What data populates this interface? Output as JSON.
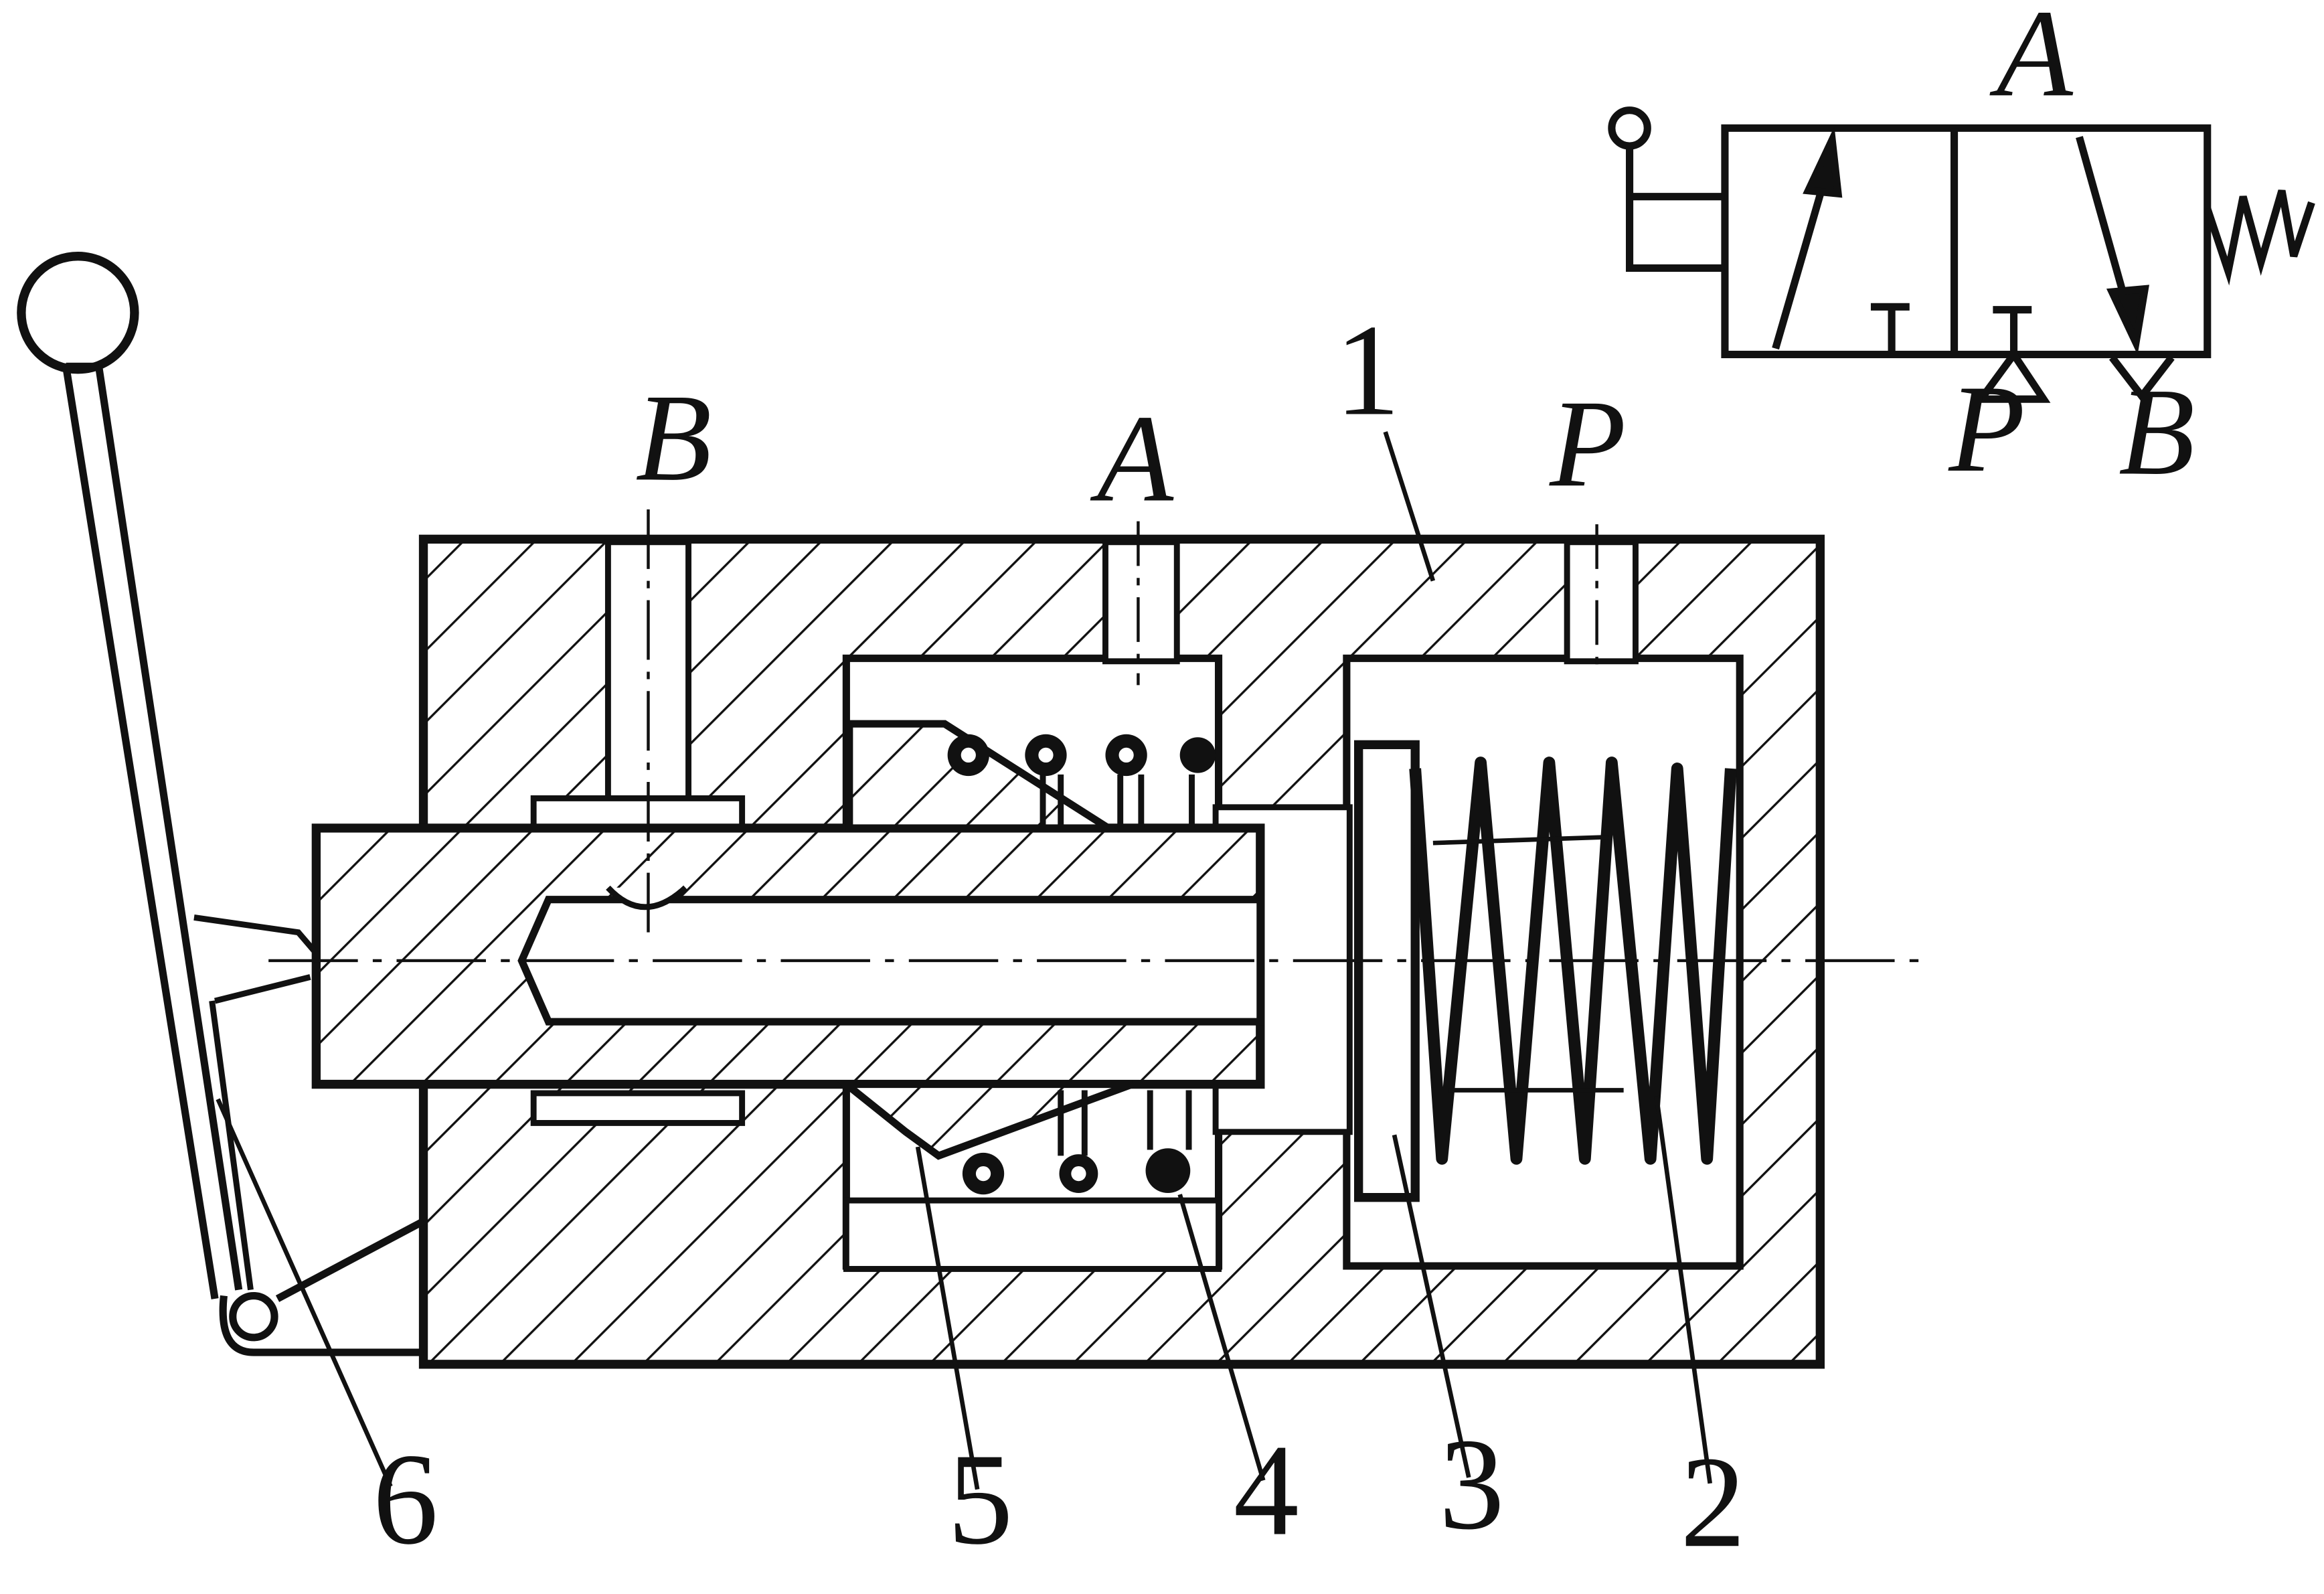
{
  "ports": {
    "B": "B",
    "A": "A",
    "P": "P"
  },
  "symbol": {
    "A": "A",
    "P": "P",
    "B": "B"
  },
  "callouts": {
    "c1": "1",
    "c2": "2",
    "c3": "3",
    "c4": "4",
    "c5": "5",
    "c6": "6"
  },
  "colors": {
    "ink": "#111111",
    "paper": "#ffffff"
  }
}
